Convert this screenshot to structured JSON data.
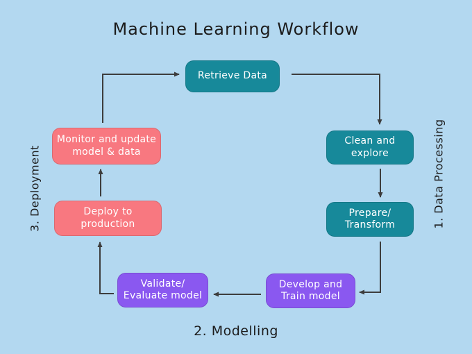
{
  "title": "Machine Learning Workflow",
  "colors": {
    "background": "#b3d8f0",
    "teal": "#17899a",
    "purple": "#8a58f0",
    "pink": "#f87880",
    "ink": "#1c1c1c",
    "box-text": "#ffffff",
    "arrow": "#3d3d3d"
  },
  "nodes": [
    {
      "id": "retrieve-data",
      "label": "Retrieve Data",
      "lines": [
        "Retrieve Data"
      ],
      "color": "teal"
    },
    {
      "id": "clean-and-explore",
      "label": "Clean and explore",
      "lines": [
        "Clean and",
        "explore"
      ],
      "color": "teal"
    },
    {
      "id": "prepare-transform",
      "label": "Prepare/Transform",
      "lines": [
        "Prepare/",
        "Transform"
      ],
      "color": "teal"
    },
    {
      "id": "develop-and-train-model",
      "label": "Develop and Train model",
      "lines": [
        "Develop and",
        "Train model"
      ],
      "color": "purple"
    },
    {
      "id": "validate-evaluate-model",
      "label": "Validate/Evaluate model",
      "lines": [
        "Validate/",
        "Evaluate model"
      ],
      "color": "purple"
    },
    {
      "id": "deploy-to-production",
      "label": "Deploy to production",
      "lines": [
        "Deploy to",
        "production"
      ],
      "color": "pink"
    },
    {
      "id": "monitor-and-update",
      "label": "Monitor and update model & data",
      "lines": [
        "Monitor and update",
        "model & data"
      ],
      "color": "pink"
    }
  ],
  "phases": [
    {
      "id": "data-processing",
      "label": "1. Data Processing",
      "position": "right"
    },
    {
      "id": "modelling",
      "label": "2. Modelling",
      "position": "bottom"
    },
    {
      "id": "deployment",
      "label": "3. Deployment",
      "position": "left"
    }
  ],
  "flow_order": [
    "retrieve-data",
    "clean-and-explore",
    "prepare-transform",
    "develop-and-train-model",
    "validate-evaluate-model",
    "deploy-to-production",
    "monitor-and-update",
    "retrieve-data"
  ]
}
